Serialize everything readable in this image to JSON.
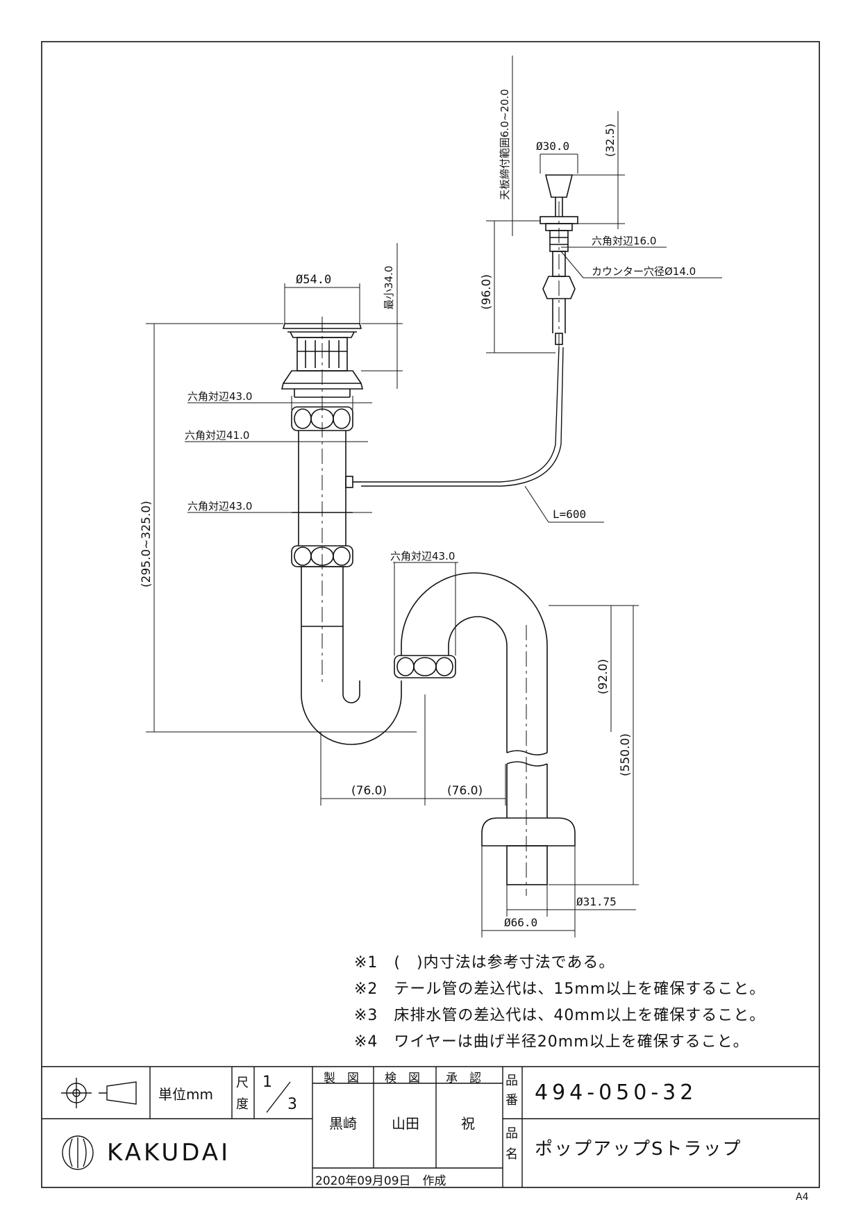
{
  "dimensions": {
    "flange_dia": "Ø54.0",
    "min_thread": "最小34.0",
    "hex_top": "六角対辺43.0",
    "hex_mid": "六角対辺41.0",
    "hex_low": "六角対辺43.0",
    "overall_height": "(295.0~325.0)",
    "hex_trap": "六角対辺43.0",
    "trap_drop": "(92.0)",
    "drain_length": "(550.0)",
    "offset_left": "(76.0)",
    "offset_right": "(76.0)",
    "pipe_dia": "Ø31.75",
    "cap_dia": "Ø66.0",
    "wire_length": "L=600",
    "counter_range": "天板締付範囲6.0~20.0",
    "knob_dia": "Ø30.0",
    "knob_height": "(32.5)",
    "rod_height": "(96.0)",
    "hex_rod": "六角対辺16.0",
    "counter_hole": "カウンター穴径Ø14.0"
  },
  "notes": [
    "※1　(　)内寸法は参考寸法である。",
    "※2　テール管の差込代は、15mm以上を確保すること。",
    "※3　床排水管の差込代は、40mm以上を確保すること。",
    "※4　ワイヤーは曲げ半径20mm以上を確保すること。"
  ],
  "title_block": {
    "unit": "単位mm",
    "scale_label_1": "尺",
    "scale_label_2": "度",
    "scale_num": "1",
    "scale_den": "3",
    "drawn_h": "製　図",
    "checked_h": "検　図",
    "approved_h": "承　認",
    "drawn_by": "黒崎",
    "checked_by": "山田",
    "approved_by": "祝",
    "date": "2020年09月09日　作成",
    "part_no_label_1": "品",
    "part_no_label_2": "番",
    "part_no": "494-050-32",
    "part_name_label_1": "品",
    "part_name_label_2": "名",
    "part_name": "ポップアップSトラップ",
    "company": "KAKUDAI"
  },
  "paper_size": "A4"
}
